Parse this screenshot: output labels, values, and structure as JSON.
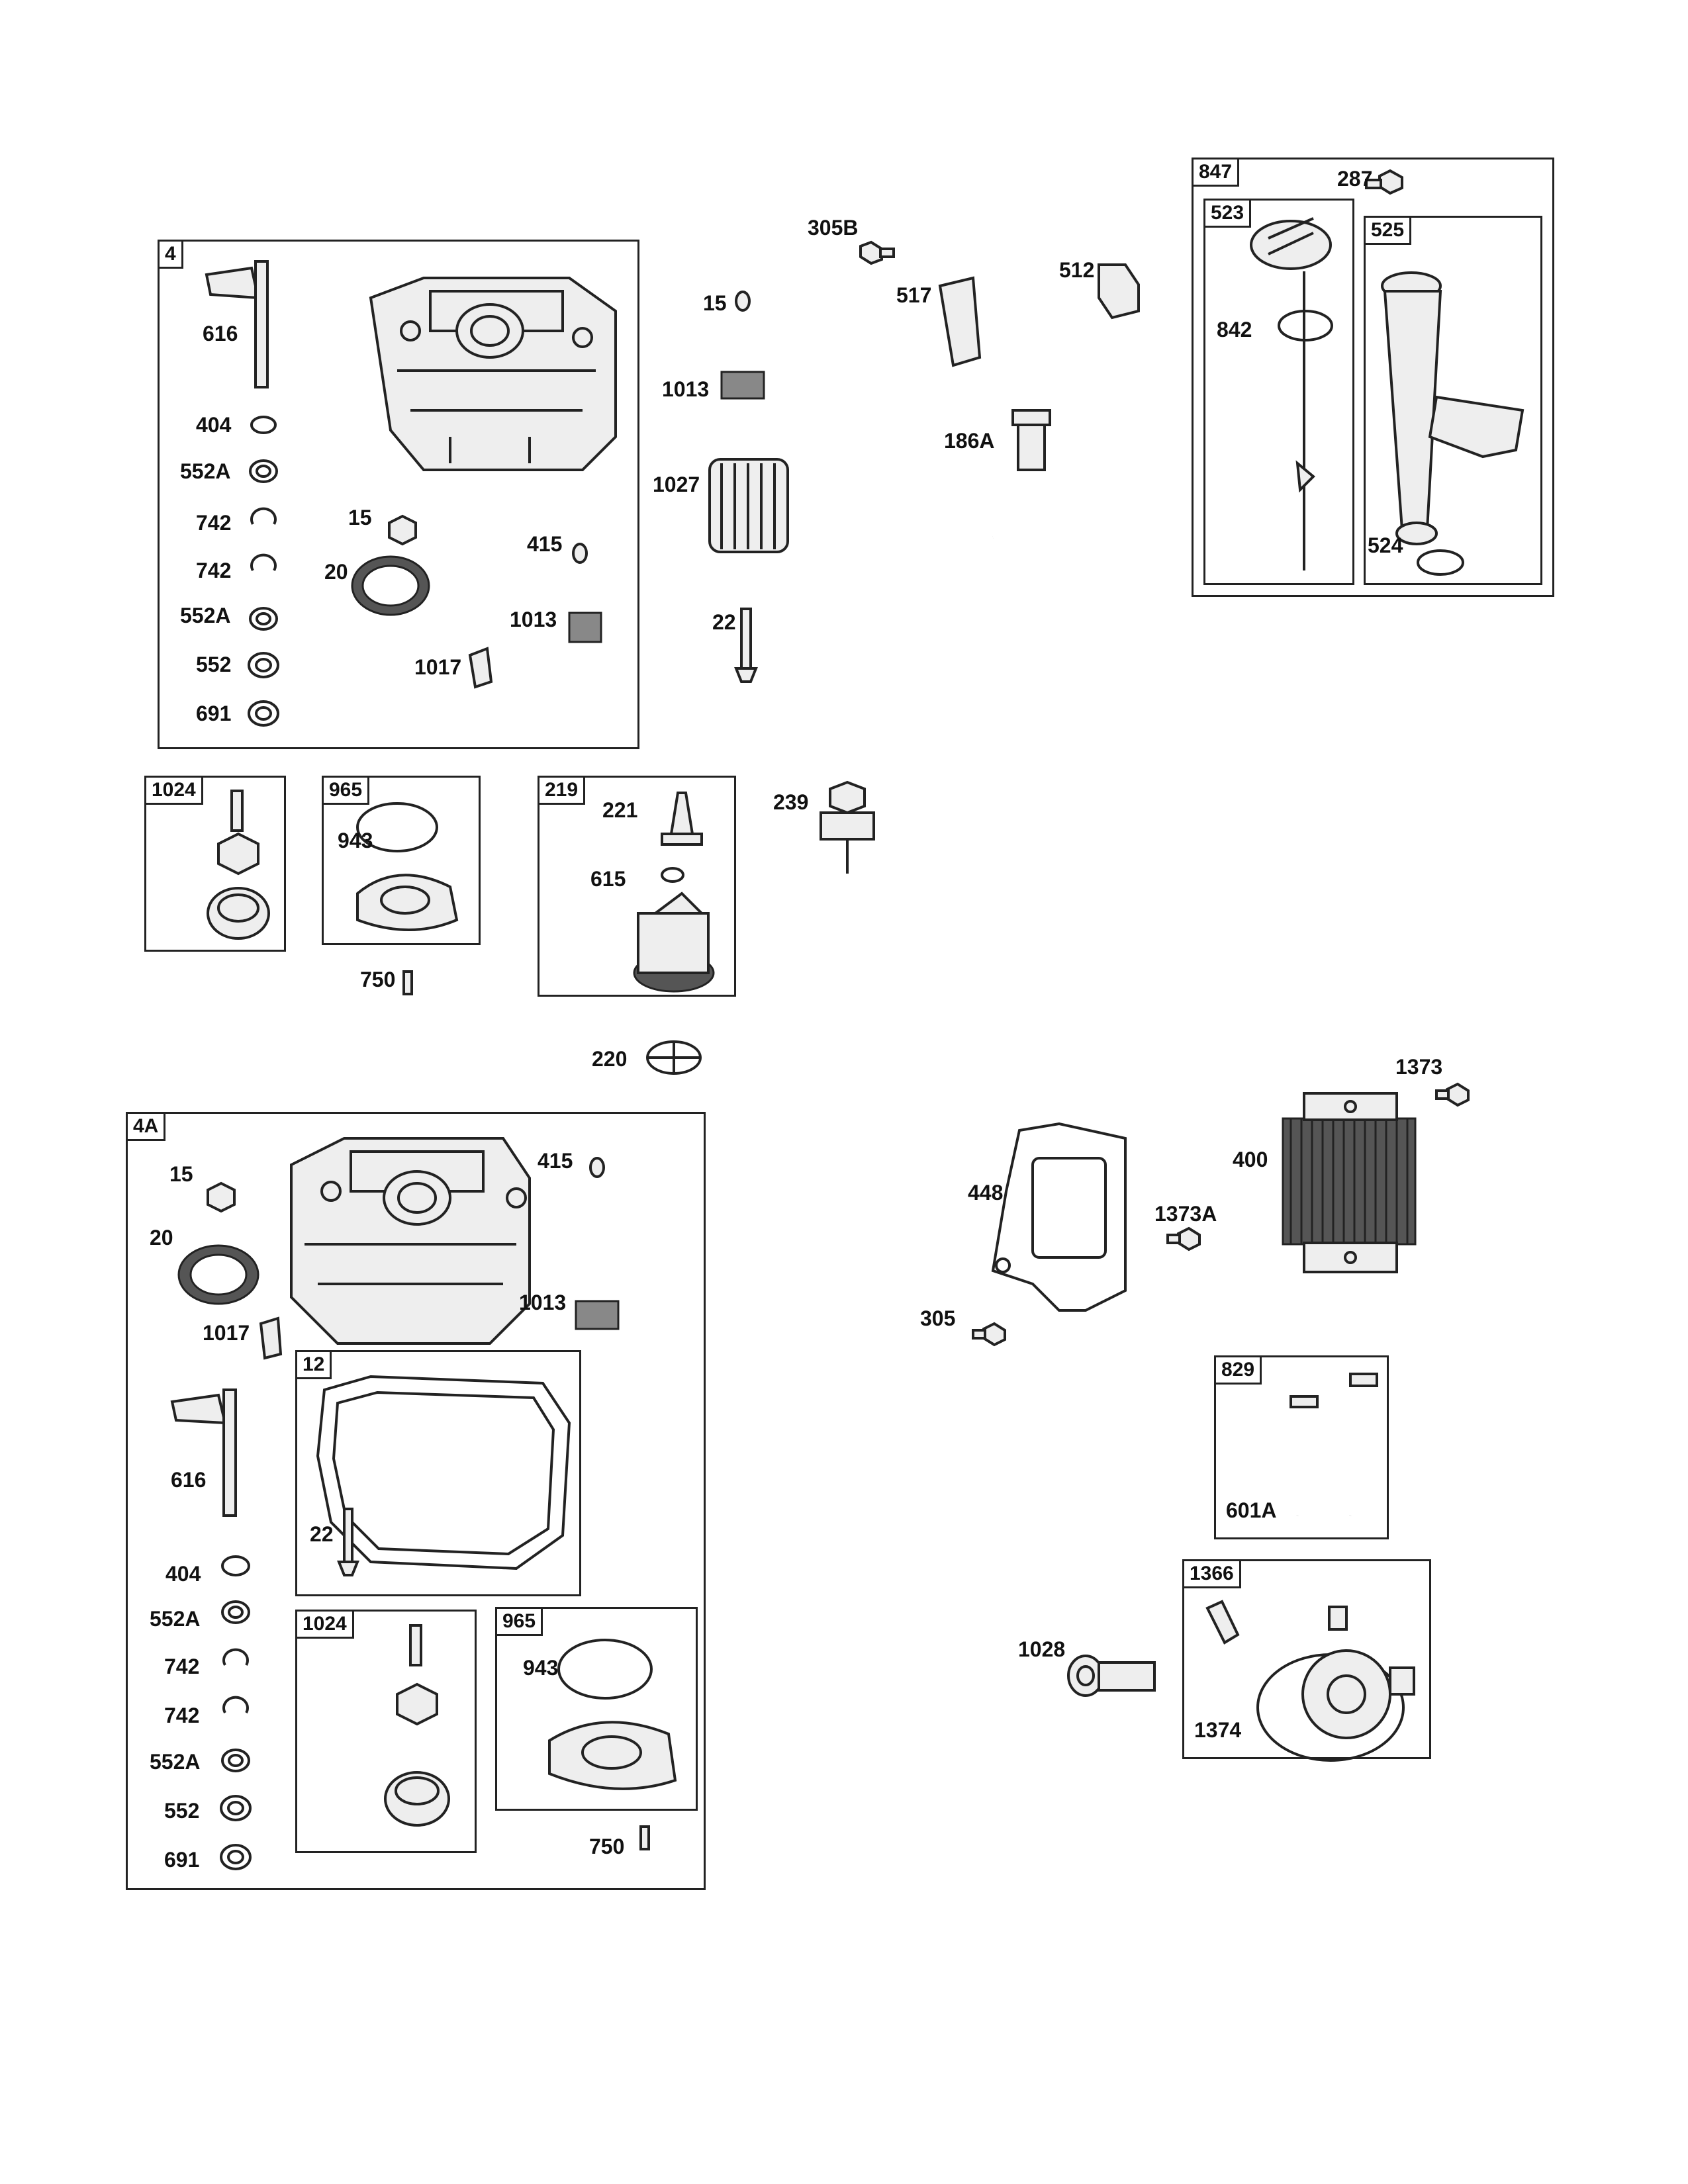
{
  "groups": {
    "g4": "4",
    "g847": "847",
    "g523": "523",
    "g525": "525",
    "g1024a": "1024",
    "g965a": "965",
    "g219": "219",
    "g4a": "4A",
    "g12": "12",
    "g1024b": "1024",
    "g965b": "965",
    "g829": "829",
    "g1366": "1366"
  },
  "parts": {
    "p616a": "616",
    "p404a": "404",
    "p552Aa": "552A",
    "p742a": "742",
    "p742b": "742",
    "p552Ab": "552A",
    "p552a": "552",
    "p691a": "691",
    "p15a": "15",
    "p20a": "20",
    "p415a": "415",
    "p1013a": "1013",
    "p1017a": "1017",
    "p15b": "15",
    "p1013b": "1013",
    "p1027": "1027",
    "p22a": "22",
    "p305B": "305B",
    "p517": "517",
    "p186A": "186A",
    "p512": "512",
    "p287": "287",
    "p842": "842",
    "p524": "524",
    "p943a": "943",
    "p750a": "750",
    "p221": "221",
    "p615": "615",
    "p239": "239",
    "p220": "220",
    "p15c": "15",
    "p20b": "20",
    "p415b": "415",
    "p1013c": "1013",
    "p1017b": "1017",
    "p616b": "616",
    "p22b": "22",
    "p404b": "404",
    "p552Ac": "552A",
    "p742c": "742",
    "p742d": "742",
    "p552Ad": "552A",
    "p552b": "552",
    "p691b": "691",
    "p943b": "943",
    "p750b": "750",
    "p1373": "1373",
    "p400": "400",
    "p448": "448",
    "p1373A": "1373A",
    "p305": "305",
    "p601A": "601A",
    "p1028": "1028",
    "p1374": "1374"
  }
}
